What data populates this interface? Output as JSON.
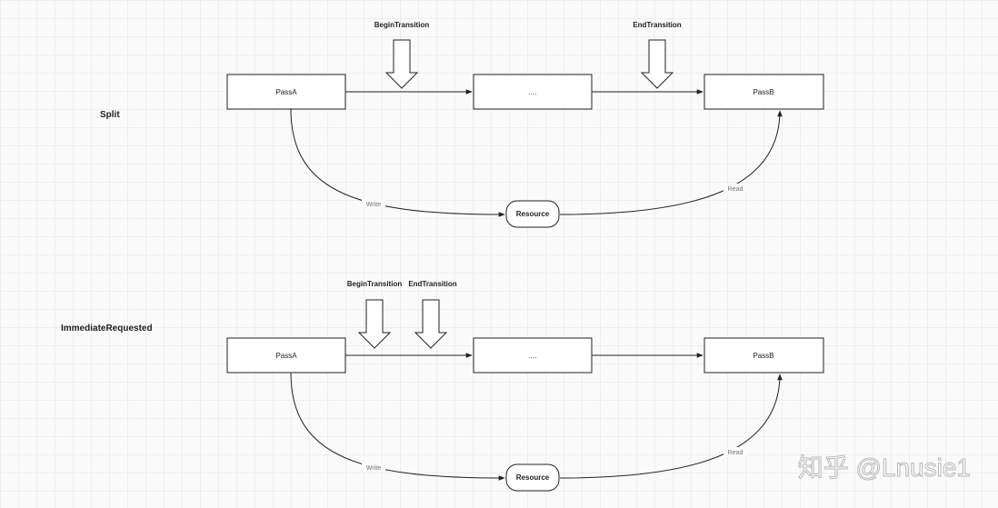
{
  "split": {
    "section_label": "Split",
    "begin_transition": "BeginTransition",
    "end_transition": "EndTransition",
    "pass_a": "PassA",
    "middle": "....",
    "pass_b": "PassB",
    "resource": "Resource",
    "write": "Write",
    "read": "Read"
  },
  "immediate": {
    "section_label": "ImmediateRequested",
    "begin_transition": "BeginTransition",
    "end_transition": "EndTransition",
    "pass_a": "PassA",
    "middle": "....",
    "pass_b": "PassB",
    "resource": "Resource",
    "write": "Write",
    "read": "Read"
  },
  "watermark": "知乎 @Lnusie1"
}
